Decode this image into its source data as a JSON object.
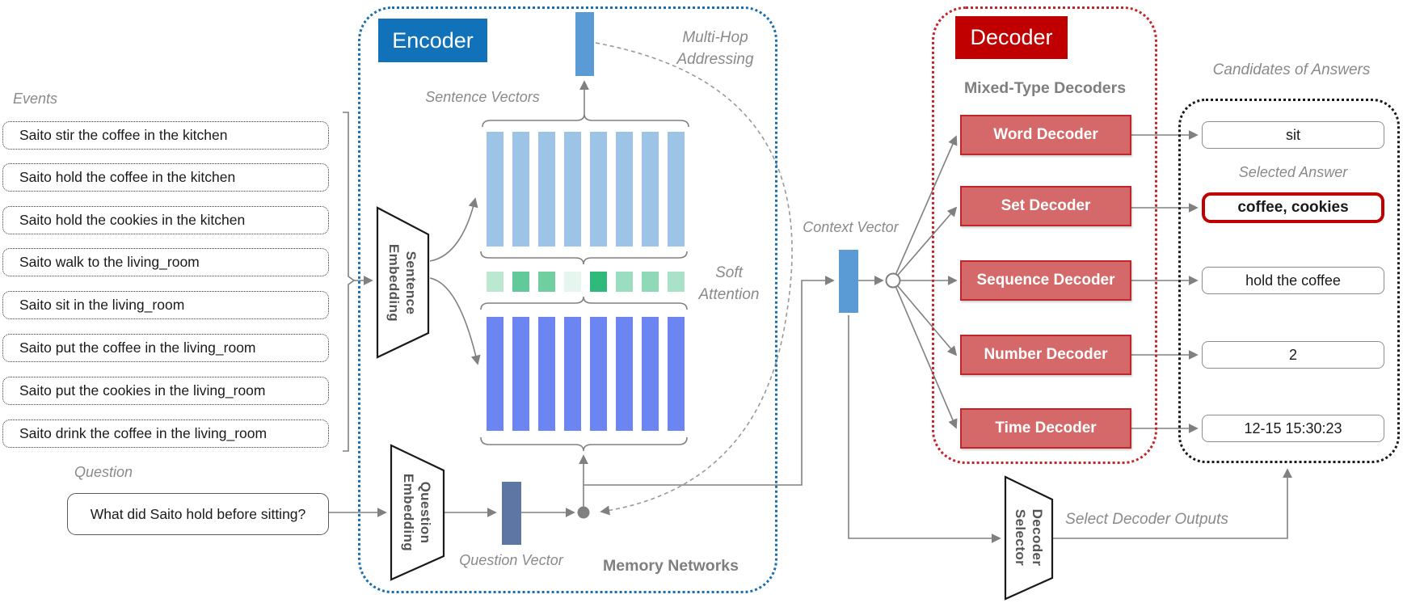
{
  "colors": {
    "encoder_accent": "#1172BA",
    "decoder_accent": "#C00000",
    "decoder_box_fill": "#D5696A",
    "decoder_box_border": "#C0272D",
    "selected_answer_border": "#C00000",
    "vector_blue": "#5B9BD5",
    "sentence_bar_blue": "#9DC3E6",
    "memory_bar_blue": "#6C85F2",
    "question_vector_blue": "#5D76A4"
  },
  "events": {
    "label": "Events",
    "items": [
      "Saito stir the coffee in the kitchen",
      "Saito hold the coffee in the kitchen",
      "Saito hold the cookies in the kitchen",
      "Saito walk to the living_room",
      "Saito sit in the living_room",
      "Saito put the coffee in the living_room",
      "Saito put the cookies in the living_room",
      "Saito drink the coffee in the living_room"
    ]
  },
  "question": {
    "label": "Question",
    "text": "What did Saito hold before sitting?"
  },
  "encoder": {
    "title": "Encoder",
    "sentence_embedding_line1": "Sentence",
    "sentence_embedding_line2": "Embedding",
    "question_embedding_line1": "Question",
    "question_embedding_line2": "Embedding",
    "sentence_vectors_label": "Sentence Vectors",
    "multi_hop_line1": "Multi-Hop",
    "multi_hop_line2": "Addressing",
    "soft_attention_line1": "Soft",
    "soft_attention_line2": "Attention",
    "question_vector_label": "Question Vector",
    "memory_networks_label": "Memory Networks",
    "attention_colors": [
      "#BCE8D1",
      "#62CA9A",
      "#6FCFA1",
      "#E6F6EE",
      "#2FB97A",
      "#9ADDC0",
      "#8FD9B8",
      "#A9E2C9"
    ]
  },
  "context_vector_label": "Context Vector",
  "decoder": {
    "title": "Decoder",
    "subtitle": "Mixed-Type Decoders",
    "items": [
      "Word Decoder",
      "Set Decoder",
      "Sequence Decoder",
      "Number Decoder",
      "Time Decoder"
    ]
  },
  "selector": {
    "line1": "Decoder",
    "line2": "Selector",
    "output_label": "Select Decoder Outputs"
  },
  "answers": {
    "title": "Candidates of Answers",
    "selected_label": "Selected Answer",
    "items": [
      {
        "text": "sit"
      },
      {
        "text": "coffee, cookies",
        "selected": true
      },
      {
        "text": "hold the coffee"
      },
      {
        "text": "2"
      },
      {
        "text": "12-15 15:30:23"
      }
    ]
  }
}
